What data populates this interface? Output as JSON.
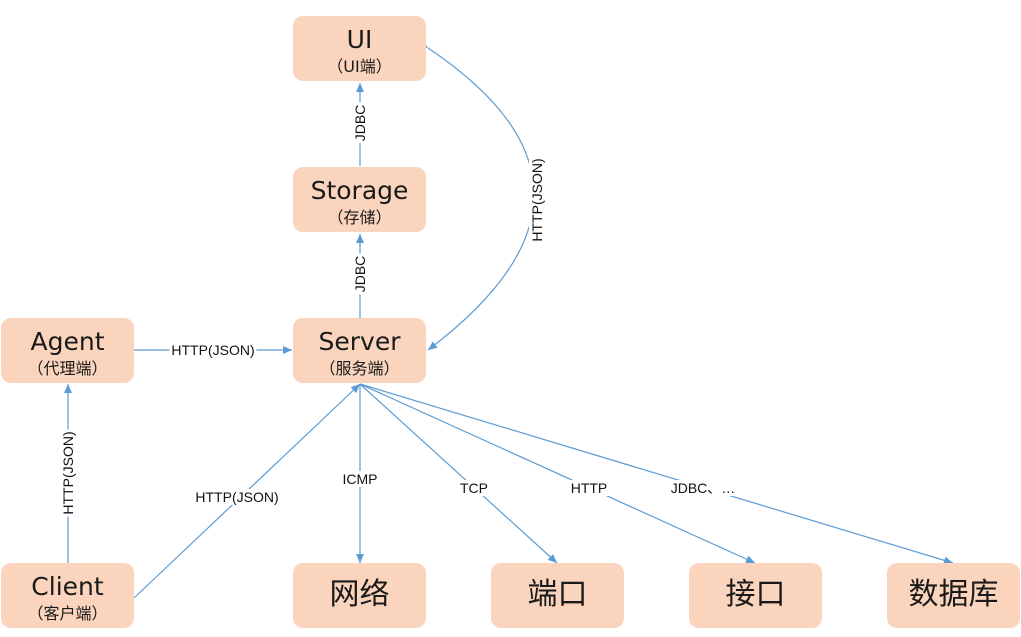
{
  "colors": {
    "node_fill": "#fad4bd",
    "edge": "#5b9bd5"
  },
  "nodes": {
    "ui": {
      "title": "UI",
      "sub": "（UI端）"
    },
    "storage": {
      "title": "Storage",
      "sub": "（存储）"
    },
    "server": {
      "title": "Server",
      "sub": "（服务端）"
    },
    "agent": {
      "title": "Agent",
      "sub": "（代理端）"
    },
    "client": {
      "title": "Client",
      "sub": "（客户端）"
    },
    "network": {
      "title": "网络"
    },
    "port": {
      "title": "端口"
    },
    "api": {
      "title": "接口"
    },
    "database": {
      "title": "数据库"
    }
  },
  "edges": {
    "storage_ui": "JDBC",
    "server_storage": "JDBC",
    "server_ui": "HTTP(JSON)",
    "agent_server": "HTTP(JSON)",
    "client_agent": "HTTP(JSON)",
    "client_server": "HTTP(JSON)",
    "server_network": "ICMP",
    "server_port": "TCP",
    "server_api": "HTTP",
    "server_database": "JDBC、…"
  }
}
